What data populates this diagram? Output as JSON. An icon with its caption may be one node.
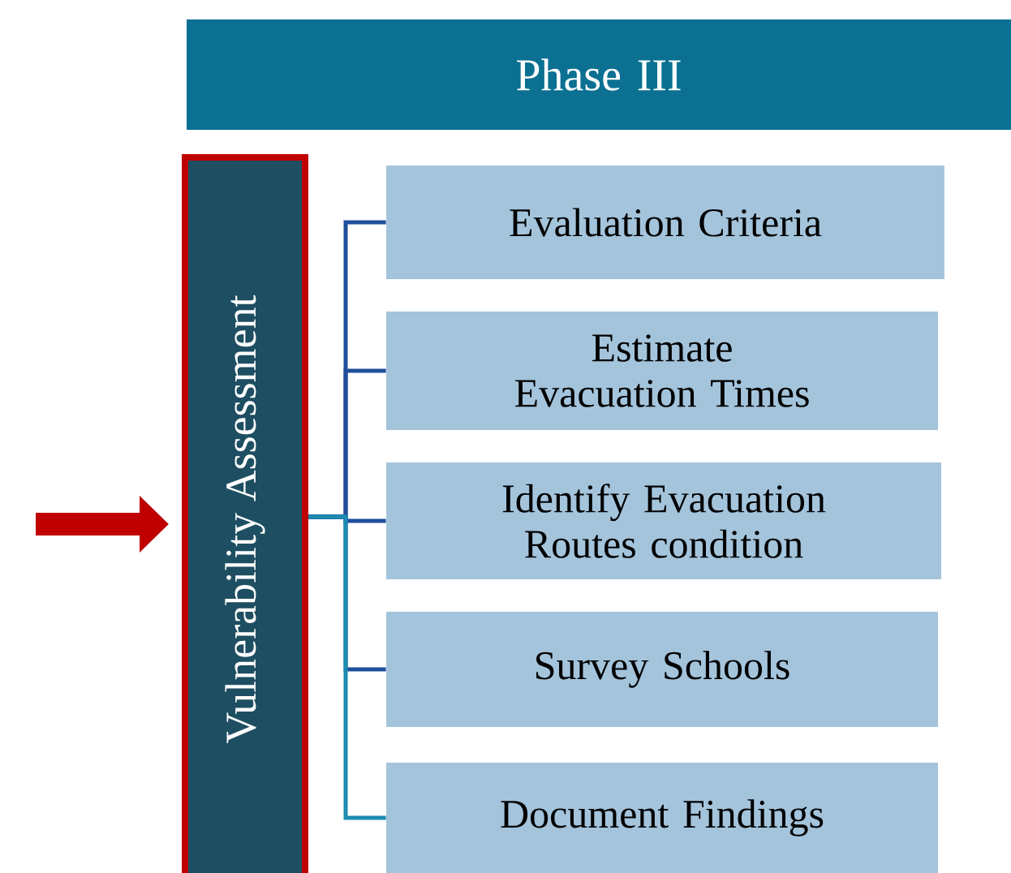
{
  "diagram": {
    "nodes": [
      {
        "text": [
          "Phase III"
        ]
      },
      {
        "text": [
          "Vulnerability Assessment"
        ]
      },
      {
        "text": [
          "Evaluation Criteria"
        ]
      },
      {
        "text": [
          "Estimate Evacuation Times"
        ]
      },
      {
        "text": [
          "Identify Evacuation Routes condition"
        ]
      },
      {
        "text": [
          "Survey Schools"
        ]
      },
      {
        "text": [
          "Document Findings"
        ]
      }
    ],
    "edges": [
      {
        "from": null,
        "to": 1,
        "arrow": "to",
        "style": "thick",
        "color": "#c00000"
      },
      {
        "from": 1,
        "to": 2,
        "arrow": "none"
      },
      {
        "from": 1,
        "to": 3,
        "arrow": "none"
      },
      {
        "from": 1,
        "to": 4,
        "arrow": "none"
      },
      {
        "from": 1,
        "to": 5,
        "arrow": "none"
      },
      {
        "from": 1,
        "to": 6,
        "arrow": "none",
        "color": "#1a8cb0"
      }
    ]
  }
}
